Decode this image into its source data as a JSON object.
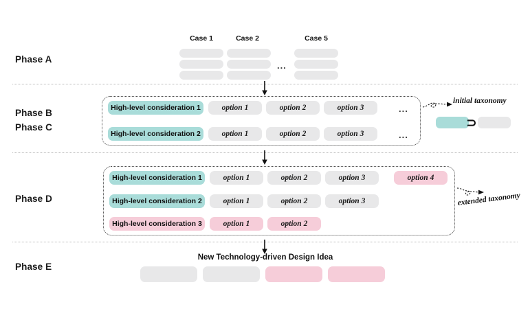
{
  "phases": [
    {
      "id": "a",
      "label": "Phase A"
    },
    {
      "id": "b",
      "label": "Phase B"
    },
    {
      "id": "c",
      "label": "Phase C"
    },
    {
      "id": "d",
      "label": "Phase D"
    },
    {
      "id": "e",
      "label": "Phase E"
    }
  ],
  "colors": {
    "teal": "#a9dcd9",
    "pink": "#f6cdd9",
    "gray": "#e8e8e9",
    "text": "#111111",
    "separator": "#b9b9b9",
    "box_border": "#4a4a4a",
    "background": "#ffffff"
  },
  "phase_a": {
    "case_headers": [
      "Case 1",
      "Case 2",
      "Case 5"
    ],
    "ellipsis": "...",
    "rows": 3,
    "pill_color": "gray"
  },
  "phase_bc": {
    "rows": [
      {
        "consideration": "High-level consideration 1",
        "consideration_color": "teal",
        "options": [
          {
            "label": "option 1",
            "color": "gray"
          },
          {
            "label": "option 2",
            "color": "gray"
          },
          {
            "label": "option 3",
            "color": "gray"
          }
        ],
        "trailing_ellipsis": "..."
      },
      {
        "consideration": "High-level consideration 2",
        "consideration_color": "teal",
        "options": [
          {
            "label": "option 1",
            "color": "gray"
          },
          {
            "label": "option 2",
            "color": "gray"
          },
          {
            "label": "option 3",
            "color": "gray"
          }
        ],
        "trailing_ellipsis": "..."
      }
    ],
    "annotation": "initial taxonomy",
    "legend": {
      "left_color": "teal",
      "symbol": "⊃",
      "right_color": "gray"
    }
  },
  "phase_d": {
    "rows": [
      {
        "consideration": "High-level consideration 1",
        "consideration_color": "teal",
        "options": [
          {
            "label": "option 1",
            "color": "gray"
          },
          {
            "label": "option 2",
            "color": "gray"
          },
          {
            "label": "option 3",
            "color": "gray"
          },
          {
            "label": "option 4",
            "color": "pink"
          }
        ]
      },
      {
        "consideration": "High-level consideration 2",
        "consideration_color": "teal",
        "options": [
          {
            "label": "option 1",
            "color": "gray"
          },
          {
            "label": "option 2",
            "color": "gray"
          },
          {
            "label": "option 3",
            "color": "gray"
          }
        ]
      },
      {
        "consideration": "High-level consideration 3",
        "consideration_color": "pink",
        "options": [
          {
            "label": "option 1",
            "color": "pink"
          },
          {
            "label": "option 2",
            "color": "pink"
          }
        ]
      }
    ],
    "annotation": "extended taxonomy"
  },
  "phase_e": {
    "title": "New Technology-driven Design Idea",
    "pills": [
      {
        "color": "gray"
      },
      {
        "color": "gray"
      },
      {
        "color": "pink"
      },
      {
        "color": "pink"
      }
    ]
  }
}
